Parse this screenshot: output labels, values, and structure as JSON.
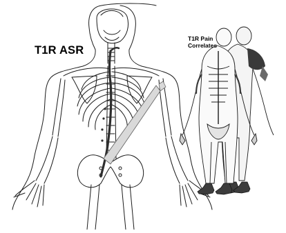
{
  "diagram": {
    "main_label": "T1R ASR",
    "pain_label": {
      "line1": "T1R Pain",
      "line2": "Correlates"
    },
    "colors": {
      "ink": "#1a1a1a",
      "skin_fill": "#ffffff",
      "nerve": "#2e2e2e",
      "muscle_band": "#d9d9d9",
      "muscle_outline": "#6a6a6a",
      "pain_fill": "#3a3a3a",
      "figure_fill": "#f4f4f4"
    }
  }
}
